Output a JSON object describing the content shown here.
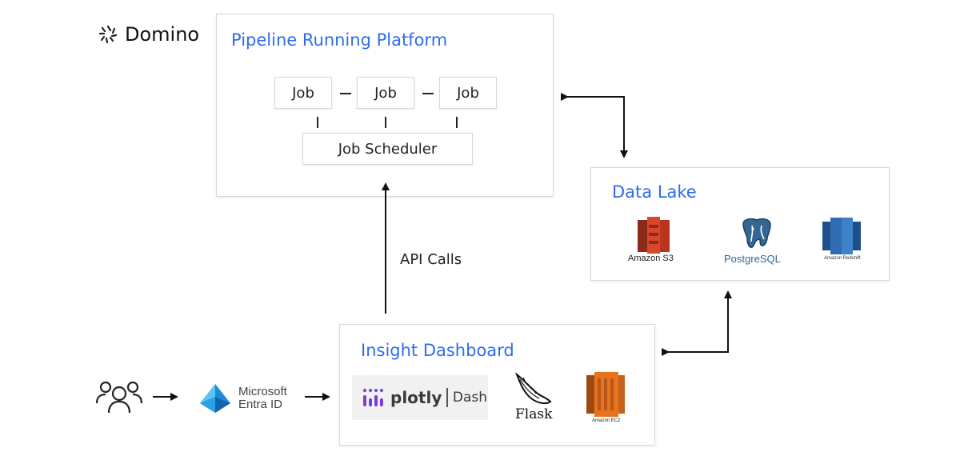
{
  "brand": {
    "name": "Domino",
    "icon": "domino-logo-icon"
  },
  "pipeline": {
    "title": "Pipeline Running Platform",
    "jobs": [
      "Job",
      "Job",
      "Job"
    ],
    "scheduler": "Job Scheduler"
  },
  "datalake": {
    "title": "Data Lake",
    "logos": {
      "s3": "Amazon S3",
      "postgres_a": "Postgre",
      "postgres_b": "SQL",
      "redshift": "Amazon Redshift"
    }
  },
  "api_calls": "API Calls",
  "dashboard": {
    "title": "Insight Dashboard",
    "plotly": "plotly",
    "dash": "Dash",
    "flask": "Flask",
    "ec2": "Amazon EC2"
  },
  "entra": {
    "line1": "Microsoft",
    "line2": "Entra ID"
  },
  "colors": {
    "accent": "#2f6bf0",
    "aws_red": "#d9472b",
    "aws_orange": "#e8731d",
    "redshift_blue": "#2f6cb3",
    "postgres_blue": "#336791",
    "plotly_purple": "#7a3fd1"
  }
}
